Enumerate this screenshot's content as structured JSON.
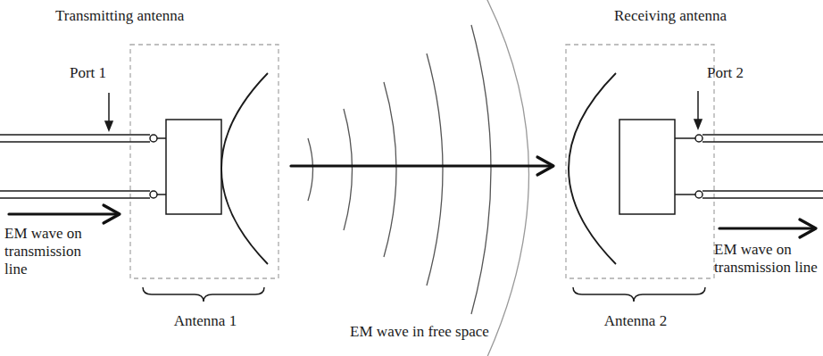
{
  "diagram": {
    "labels": [
      "Transmitting antenna",
      "Port 1",
      "EM wave on transmission line",
      "Antenna 1",
      "EM wave in free space",
      "Receiving antenna",
      "Port 2",
      "Antenna 2",
      "EM wave on transmission line"
    ]
  }
}
